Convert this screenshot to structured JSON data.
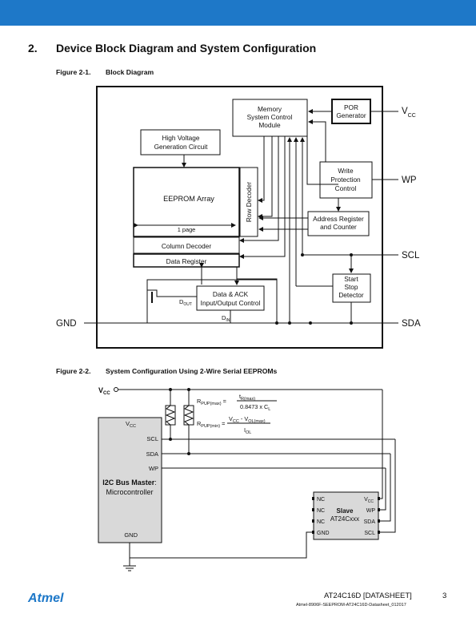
{
  "section": {
    "number": "2.",
    "title": "Device Block Diagram and System Configuration"
  },
  "figure1": {
    "number": "Figure 2-1.",
    "caption": "Block Diagram",
    "blocks": {
      "memory_control": [
        "Memory",
        "System Control",
        "Module"
      ],
      "por": [
        "POR",
        "Generator"
      ],
      "high_voltage": [
        "High Voltage",
        "Generation Circuit"
      ],
      "write_protection": [
        "Write",
        "Protection",
        "Control"
      ],
      "eeprom_array": "EEPROM Array",
      "page_label": "1 page",
      "row_decoder": "Row Decoder",
      "address_register": [
        "Address Register",
        "and Counter"
      ],
      "column_decoder": "Column Decoder",
      "data_register": "Data Register",
      "start_stop": [
        "Start",
        "Stop",
        "Detector"
      ],
      "data_ack": [
        "Data & ACK",
        "Input/Output Control"
      ]
    },
    "signals": {
      "vcc": "V",
      "vcc_sub": "CC",
      "wp": "WP",
      "scl": "SCL",
      "sda": "SDA",
      "gnd": "GND",
      "dout": "D",
      "dout_sub": "OUT",
      "din": "D",
      "din_sub": "IN"
    }
  },
  "figure2": {
    "number": "Figure 2-2.",
    "caption": "System Configuration Using 2-Wire Serial EEPROMs",
    "vcc": "V",
    "vcc_sub": "CC",
    "formula_max": {
      "lhs": "R",
      "lhs_sub": "PUP(max)",
      "eq": " = ",
      "num": "t",
      "num_sub": "R(max)",
      "den": "0.8473 x C",
      "den_sub": "L"
    },
    "formula_min": {
      "lhs": "R",
      "lhs_sub": "PUP(min)",
      "eq": " = ",
      "num": "V",
      "num_sub": "CC",
      "num_mid": " - V",
      "num_sub2": "OL(max)",
      "den": "I",
      "den_sub": "OL"
    },
    "master": {
      "pins": [
        "V",
        "SCL",
        "SDA",
        "WP",
        "GND"
      ],
      "vcc_sub": "CC",
      "title": "I2C Bus Master",
      "title_suffix": ":",
      "subtitle": "Microcontroller"
    },
    "slave": {
      "left_pins": [
        "NC",
        "NC",
        "NC",
        "GND"
      ],
      "right_pins": [
        "V",
        "WP",
        "SDA",
        "SCL"
      ],
      "vcc_sub": "CC",
      "title": "Slave",
      "subtitle": "AT24Cxxx"
    }
  },
  "footer": {
    "brand": "Atmel",
    "doc_title": "AT24C16D [DATASHEET]",
    "doc_code": "Atmel-8906F-SEEPROM-AT24C16D-Datasheet_012017",
    "page_number": "3"
  }
}
